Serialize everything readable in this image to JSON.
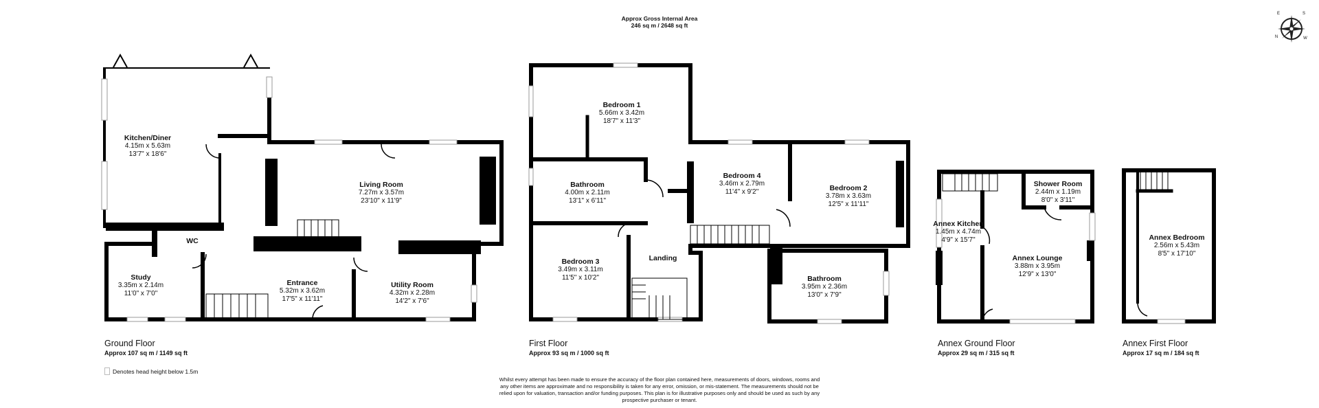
{
  "header": {
    "line1": "Approx Gross Internal Area",
    "line2": "246 sq m / 2648 sq ft"
  },
  "compass": {
    "letters": [
      "N",
      "E",
      "S",
      "W"
    ]
  },
  "floors": [
    {
      "name": "Ground Floor",
      "area": "Approx 107 sq m / 1149 sq ft"
    },
    {
      "name": "First Floor",
      "area": "Approx 93 sq m / 1000 sq ft"
    },
    {
      "name": "Annex Ground Floor",
      "area": "Approx 29 sq m / 315 sq ft"
    },
    {
      "name": "Annex First Floor",
      "area": "Approx 17 sq m / 184 sq ft"
    }
  ],
  "rooms": {
    "kitchen": {
      "name": "Kitchen/Diner",
      "metric": "4.15m x 5.63m",
      "imperial": "13'7\" x 18'6\""
    },
    "living": {
      "name": "Living Room",
      "metric": "7.27m x 3.57m",
      "imperial": "23'10\" x 11'9\""
    },
    "wc": {
      "name": "WC"
    },
    "study": {
      "name": "Study",
      "metric": "3.35m x 2.14m",
      "imperial": "11'0\" x 7'0\""
    },
    "entrance": {
      "name": "Entrance",
      "metric": "5.32m x 3.62m",
      "imperial": "17'5\" x 11'11\""
    },
    "utility": {
      "name": "Utility Room",
      "metric": "4.32m x 2.28m",
      "imperial": "14'2\" x 7'6\""
    },
    "bedroom1": {
      "name": "Bedroom 1",
      "metric": "5.66m x 3.42m",
      "imperial": "18'7\" x 11'3\""
    },
    "bathroom1": {
      "name": "Bathroom",
      "metric": "4.00m x 2.11m",
      "imperial": "13'1\" x 6'11\""
    },
    "bedroom3": {
      "name": "Bedroom 3",
      "metric": "3.49m x 3.11m",
      "imperial": "11'5\" x 10'2\""
    },
    "landing": {
      "name": "Landing"
    },
    "bedroom4": {
      "name": "Bedroom 4",
      "metric": "3.46m x 2.79m",
      "imperial": "11'4\" x 9'2\""
    },
    "bedroom2": {
      "name": "Bedroom 2",
      "metric": "3.78m x 3.63m",
      "imperial": "12'5\" x 11'11\""
    },
    "bathroom2": {
      "name": "Bathroom",
      "metric": "3.95m x 2.36m",
      "imperial": "13'0\" x 7'9\""
    },
    "annex_kitchen": {
      "name": "Annex Kitchen",
      "metric": "1.45m x 4.74m",
      "imperial": "4'9\" x 15'7\""
    },
    "shower": {
      "name": "Shower Room",
      "metric": "2.44m x 1.19m",
      "imperial": "8'0\" x 3'11\""
    },
    "annex_lounge": {
      "name": "Annex Lounge",
      "metric": "3.88m x 3.95m",
      "imperial": "12'9\" x 13'0\""
    },
    "annex_bedroom": {
      "name": "Annex Bedroom",
      "metric": "2.56m x 5.43m",
      "imperial": "8'5\" x 17'10\""
    }
  },
  "legend": "Denotes head height below 1.5m",
  "disclaimer": "Whilst every attempt has been made to ensure the accuracy of the floor plan contained here, measurements of doors, windows, rooms and any other items are approximate and no responsibility is taken for any error, omission, or mis-statement. The measurements should not be relied upon for valuation, transaction and/or funding purposes. This plan is for illustrative purposes only and should be used as such by any prospective purchaser or tenant."
}
